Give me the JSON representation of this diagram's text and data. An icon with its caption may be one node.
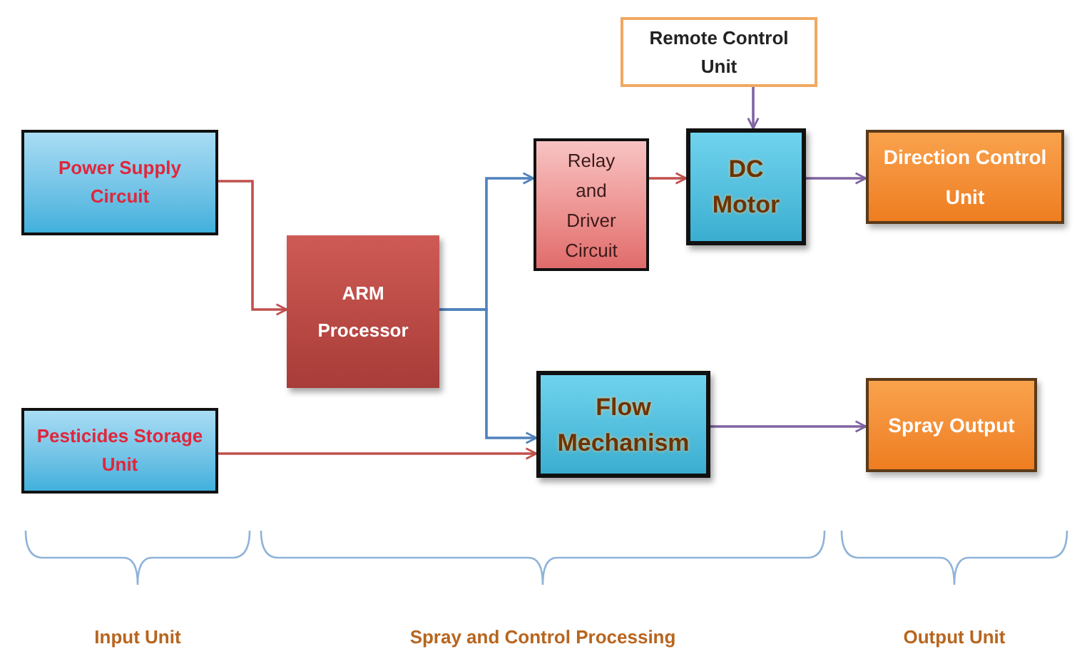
{
  "diagram": {
    "nodes": [
      {
        "text": [
          "Power Supply Circuit"
        ]
      },
      {
        "text": [
          "Pesticides Storage Unit"
        ]
      },
      {
        "text": [
          "ARM Processor"
        ]
      },
      {
        "text": [
          "Remote Control Unit"
        ]
      },
      {
        "text": [
          "Relay and Driver Circuit"
        ]
      },
      {
        "text": [
          "DC Motor"
        ]
      },
      {
        "text": [
          "Direction Control Unit"
        ]
      },
      {
        "text": [
          "Flow Mechanism"
        ]
      },
      {
        "text": [
          "Spray Output"
        ]
      }
    ],
    "edges": [
      {
        "from": 0,
        "to": 2,
        "arrow": "to",
        "color": "#c0504d"
      },
      {
        "from": 2,
        "to": 4,
        "arrow": "to",
        "color": "#4f81bd"
      },
      {
        "from": 2,
        "to": 7,
        "arrow": "to",
        "color": "#4f81bd"
      },
      {
        "from": 1,
        "to": 7,
        "arrow": "to",
        "color": "#c0504d"
      },
      {
        "from": 4,
        "to": 5,
        "arrow": "to",
        "color": "#c0504d"
      },
      {
        "from": 3,
        "to": 5,
        "arrow": "to",
        "color": "#8064a2"
      },
      {
        "from": 5,
        "to": 6,
        "arrow": "to",
        "color": "#8064a2"
      },
      {
        "from": 7,
        "to": 8,
        "arrow": "to",
        "color": "#8064a2"
      }
    ],
    "labels": [
      "Input Unit",
      "Spray and Control Processing",
      "Output Unit"
    ]
  }
}
